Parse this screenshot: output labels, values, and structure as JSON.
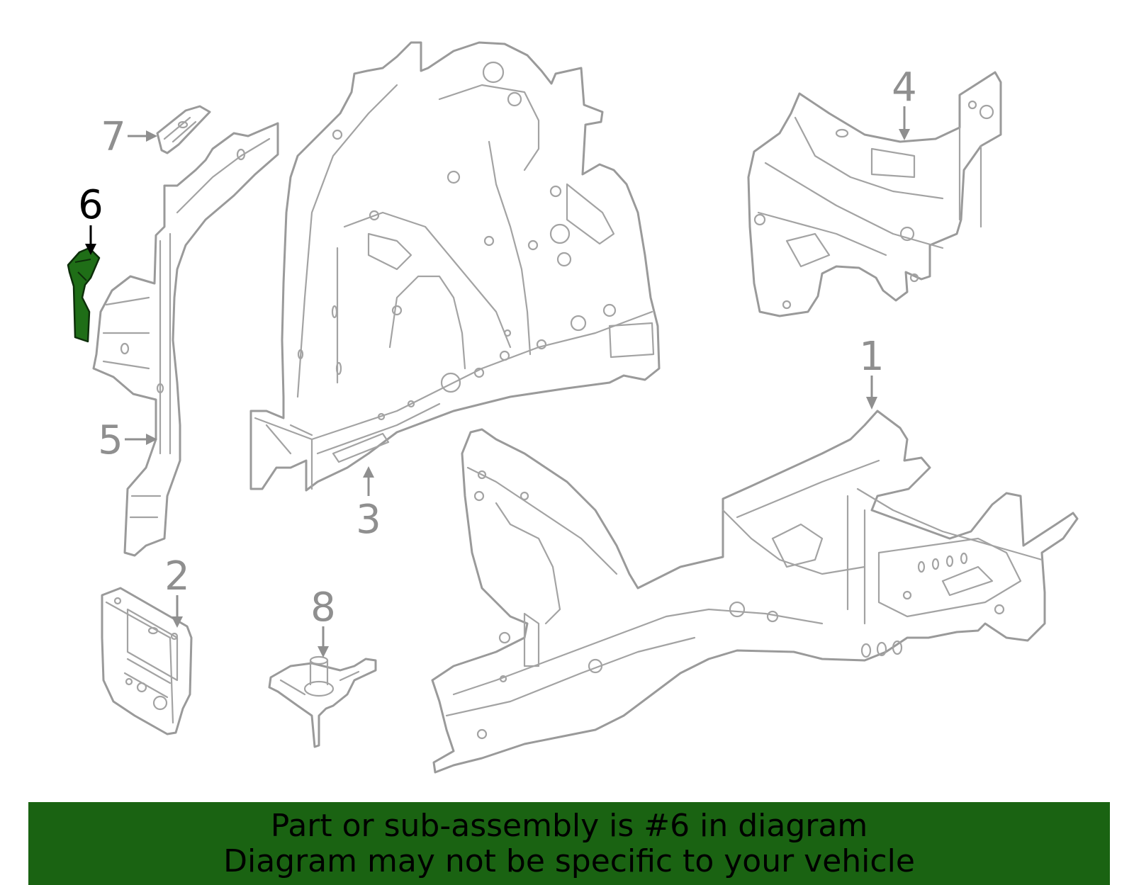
{
  "banner": {
    "line1": "Part or sub-assembly is #6 in diagram",
    "line2": "Diagram may not be specific to your vehicle",
    "color": "#1a6312"
  },
  "diagram": {
    "highlighted_part": "6",
    "highlight_color": "#1f6e17",
    "line_color": "#9a9a9a",
    "callouts": [
      {
        "id": "c1",
        "label": "1"
      },
      {
        "id": "c2",
        "label": "2"
      },
      {
        "id": "c3",
        "label": "3"
      },
      {
        "id": "c4",
        "label": "4"
      },
      {
        "id": "c5",
        "label": "5"
      },
      {
        "id": "c6",
        "label": "6"
      },
      {
        "id": "c7",
        "label": "7"
      },
      {
        "id": "c8",
        "label": "8"
      }
    ]
  }
}
